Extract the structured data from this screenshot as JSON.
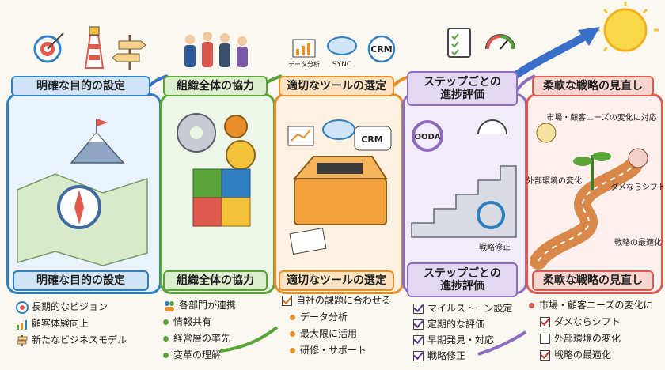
{
  "top_icon_labels": {
    "data_analysis": "データ分析",
    "sync": "SYNC",
    "crm": "CRM"
  },
  "sections": [
    {
      "title": "明確な目的の設定",
      "bottom_title": "明確な目的の設定",
      "items": [
        "長期的なビジョン",
        "顧客体験向上",
        "新たなビジネスモデル"
      ]
    },
    {
      "title": "組織全体の協力",
      "bottom_title": "組織全体の協力",
      "items": [
        "各部門が連携",
        "情報共有",
        "経営層の率先",
        "変革の理解"
      ]
    },
    {
      "title": "適切なツールの選定",
      "bottom_title": "適切なツールの選定",
      "scene_labels": {
        "crm": "CRM"
      },
      "items": [
        "自社の課題に合わせる",
        "データ分析",
        "最大限に活用",
        "研修・サポート"
      ]
    },
    {
      "title": "ステップごとの進捗評価",
      "bottom_title": "ステップごとの進捗評価",
      "scene_labels": {
        "ooda": "OODA",
        "strategy_fix": "戦略修正"
      },
      "items": [
        "マイルストーン設定",
        "定期的な評価",
        "早期発見・対応",
        "戦略修正"
      ]
    },
    {
      "title": "柔軟な戦略の見直し",
      "bottom_title": "柔軟な戦略の見直し",
      "scene_labels": {
        "market": "市場・顧客ニーズの変化に対応",
        "external": "外部環境の変化",
        "shift": "ダメならシフト",
        "optimize": "戦略の最適化"
      },
      "items": [
        "市場・顧客ニーズの変化に",
        "ダメならシフト",
        "外部環境の変化",
        "戦略の最適化"
      ]
    }
  ],
  "colors": {
    "blue": "#2f7fc1",
    "green": "#5aa53a",
    "orange": "#e7902b",
    "purple": "#8f6cc0",
    "red": "#de5a4c"
  }
}
